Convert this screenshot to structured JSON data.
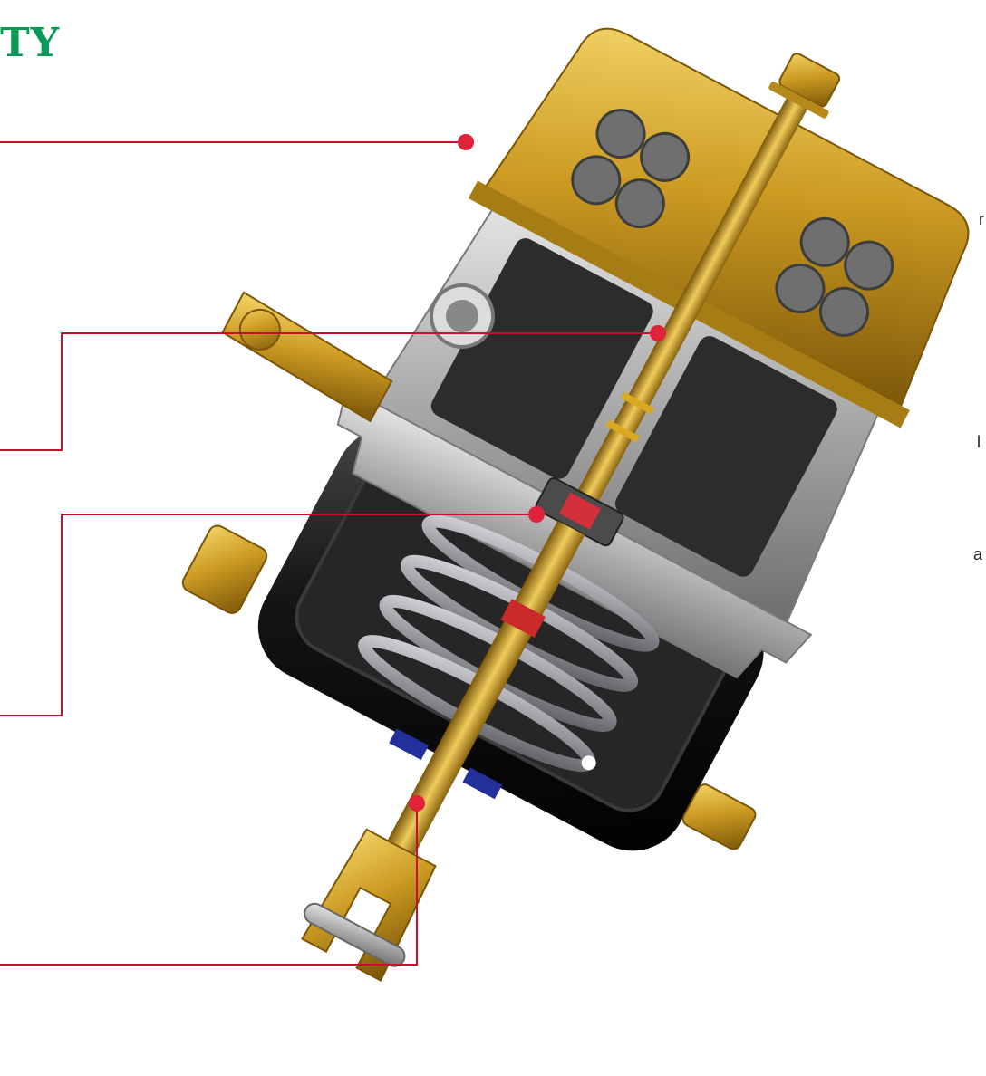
{
  "header": {
    "title_fragment": "TY",
    "color": "#0a9a57"
  },
  "left_fragments": [
    {
      "id": "fragment-1",
      "text": "l"
    },
    {
      "id": "fragment-2",
      "text": "a"
    },
    {
      "id": "fragment-3",
      "text": "r"
    }
  ],
  "colors": {
    "leader_line": "#c8102e",
    "brass": "#c99a1f",
    "brass_dark": "#8f6a0c",
    "aluminum": "#b7b7b7",
    "black_body": "#1b1b1b",
    "spring": "#8e8e96",
    "seal_blue": "#23309b",
    "accent_red": "#d3303a"
  },
  "callouts": [
    {
      "id": "callout-spring-housing"
    },
    {
      "id": "callout-push-rod"
    },
    {
      "id": "callout-diaphragm-seal"
    },
    {
      "id": "callout-lower-seal"
    }
  ]
}
